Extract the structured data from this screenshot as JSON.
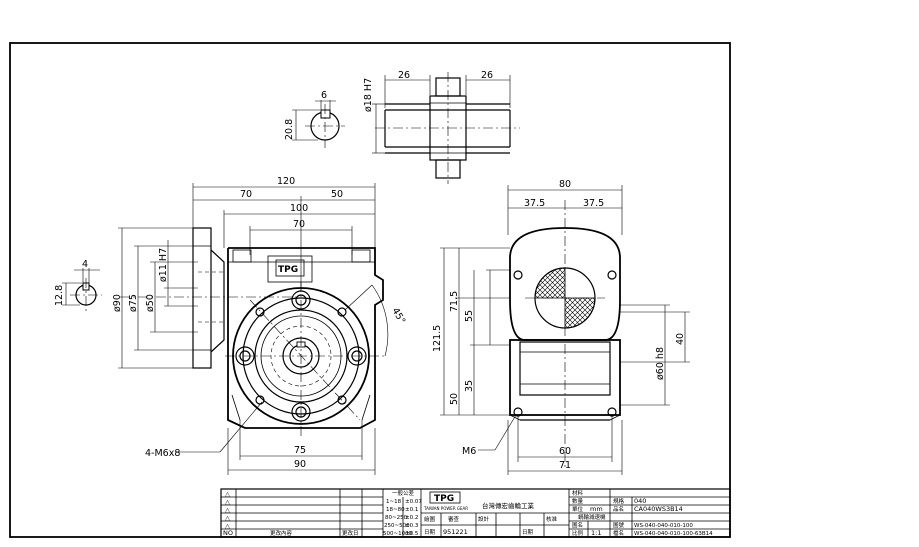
{
  "dims": {
    "key_width": "6",
    "key_height": "20.8",
    "shaft_dia": "ø18 H7",
    "coupling_left": "26",
    "coupling_right": "26",
    "overall_120": "120",
    "dim_70_left": "70",
    "dim_50": "50",
    "dim_100": "100",
    "dim_70_inner": "70",
    "dia_90": "ø90",
    "dia_75": "ø75",
    "dia_50": "ø50",
    "dia_11": "ø11 H7",
    "small_key_width": "4",
    "small_key_height": "12.8",
    "angle_45": "45°",
    "holes": "4-M6x8",
    "bottom_75": "75",
    "bottom_90": "90",
    "side_80": "80",
    "side_37_5_left": "37.5",
    "side_37_5_right": "37.5",
    "side_121_5": "121.5",
    "side_71_5": "71.5",
    "side_55": "55",
    "side_35": "35",
    "side_50": "50",
    "side_40": "40",
    "side_60_dia": "ø60 h8",
    "side_m6": "M6",
    "side_60": "60",
    "side_71": "71"
  },
  "title_block": {
    "rev_symbols": [
      "△",
      "△",
      "△",
      "△",
      "△"
    ],
    "no_label": "NO",
    "change_label": "更改內容",
    "change_date_label": "更改日",
    "tolerance_title": "一般公差",
    "tolerance_rows": [
      [
        "1~18",
        "±0.07"
      ],
      [
        "18~80",
        "±0.1"
      ],
      [
        "80~250",
        "±0.2"
      ],
      [
        "250~500",
        "±0.3"
      ],
      [
        "500~1000",
        "±0.5"
      ]
    ],
    "company_logo": "TPG",
    "company_sub": "TAIWAN POWER GEAR",
    "company_name": "台灣傳宏齒輪工業",
    "drawn_label": "繪圖",
    "check_label": "審查",
    "design_label": "設計",
    "date_label": "日期",
    "date_value": "951221",
    "approve_label": "核准",
    "material_label": "材料",
    "qty_label": "數量",
    "title_label": "圖名",
    "unit_label": "單位",
    "scale_label": "比例",
    "scale_value": "1:1",
    "product_name": "蝸輪減速機",
    "unit_value": "mm",
    "size_label": "規格",
    "size_value": "040",
    "part_label": "品名",
    "part_value": "CA040WS3B14",
    "drawing_no_label": "圖號",
    "drawing_no_value": "WS-040-040-010-100",
    "file_label": "檔名",
    "file_value": "WS-040-040-010-100-63B14"
  }
}
